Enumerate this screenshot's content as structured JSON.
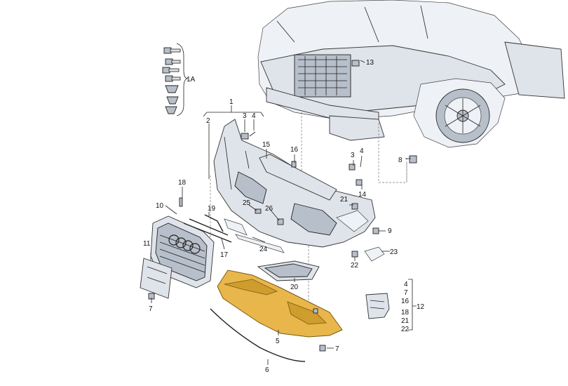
{
  "callouts": {
    "c1": "1",
    "c1a": "1A",
    "c2": "2",
    "c3a": "3",
    "c4a": "4",
    "c5": "5",
    "c6": "6",
    "c7a": "7",
    "c7b": "7",
    "c8": "8",
    "c9": "9",
    "c10": "10",
    "c11": "11",
    "c13": "13",
    "c14": "14",
    "c15": "15",
    "c16a": "16",
    "c17": "17",
    "c18": "18",
    "c19": "19",
    "c20": "20",
    "c21": "21",
    "c22": "22",
    "c23": "23",
    "c24": "24",
    "c25": "25",
    "c26": "26",
    "c3b": "3",
    "c4b": "4",
    "c12": "12",
    "g4": "4",
    "g7": "7",
    "g16": "16",
    "g18": "18",
    "g21": "21",
    "g22": "22"
  },
  "colors": {
    "highlight": "#e8b64a",
    "part": "#dfe3ea",
    "line": "#222222"
  }
}
